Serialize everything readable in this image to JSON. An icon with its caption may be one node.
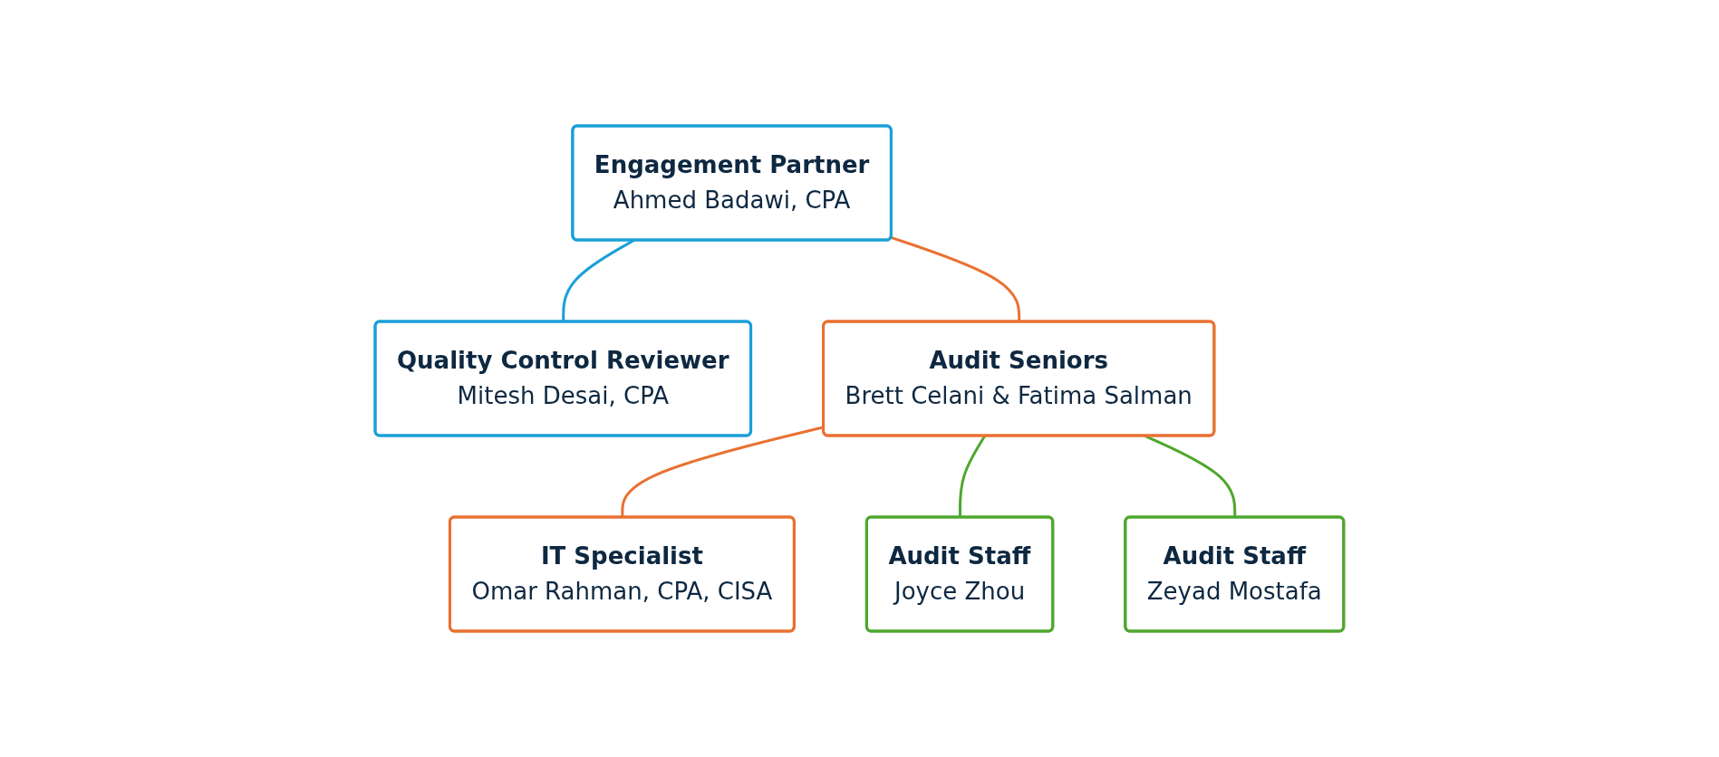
{
  "diagram": {
    "nodes": [
      {
        "text": [
          "Engagement Partner",
          "Ahmed Badawi, CPA"
        ]
      },
      {
        "text": [
          "Quality Control Reviewer",
          "Mitesh Desai, CPA"
        ]
      },
      {
        "text": [
          "IT Specialist",
          "Omar Rahman, CPA, CISA"
        ]
      },
      {
        "text": [
          "Audit Seniors",
          "Brett Celani & Fatima Salman"
        ]
      },
      {
        "text": [
          "Audit Staff",
          "Joyce Zhou"
        ]
      },
      {
        "text": [
          "Audit Staff",
          "Zeyad Mostafa"
        ]
      }
    ],
    "edges": [
      {
        "from": 0,
        "to": 1,
        "arrow": "none",
        "color": "#1aa0d8"
      },
      {
        "from": 0,
        "to": 3,
        "arrow": "none",
        "color": "#e97132"
      },
      {
        "from": 3,
        "to": 2,
        "arrow": "none",
        "color": "#e97132"
      },
      {
        "from": 3,
        "to": 4,
        "arrow": "none",
        "color": "#4ea72e"
      },
      {
        "from": 3,
        "to": 5,
        "arrow": "none",
        "color": "#4ea72e"
      }
    ]
  }
}
